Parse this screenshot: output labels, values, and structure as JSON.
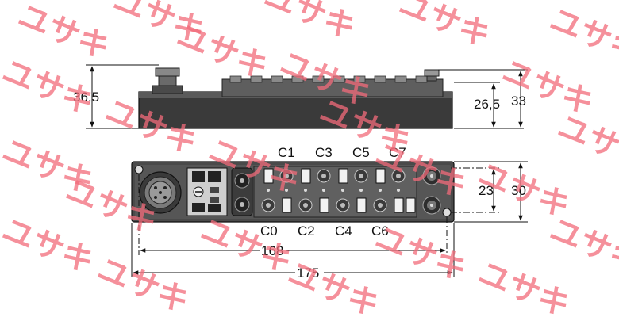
{
  "side_view": {
    "dim_total_height": "36,5",
    "dim_body_height": "26,5",
    "dim_right_height": "33"
  },
  "top_view": {
    "channels_top": [
      "C1",
      "C3",
      "C5",
      "C7"
    ],
    "channels_bottom": [
      "C0",
      "C2",
      "C4",
      "C6"
    ],
    "dim_inner_height": "23",
    "dim_outer_height": "30",
    "dim_hole_spacing": "168",
    "dim_total_length": "175"
  },
  "watermark": {
    "text": "ユサキ",
    "color": "#f26b7a"
  }
}
